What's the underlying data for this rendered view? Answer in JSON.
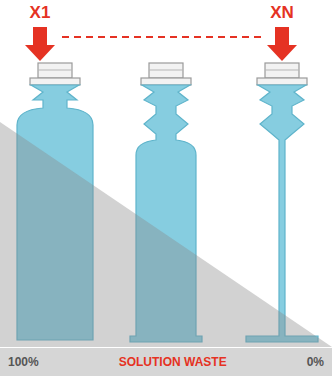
{
  "diagram": {
    "nodes": [
      {
        "text": [
          "100%",
          "SOLUTION WASTE",
          "0%"
        ]
      }
    ],
    "labels": [
      "X1",
      "XN"
    ]
  }
}
